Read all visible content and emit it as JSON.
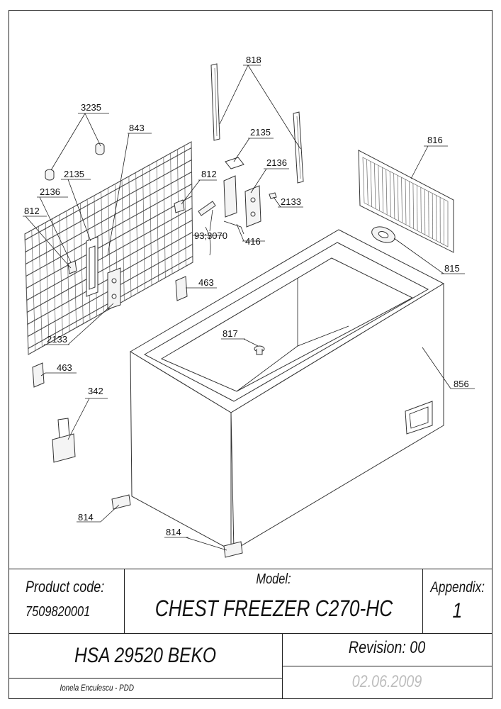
{
  "callouts": {
    "c818": "818",
    "c3235": "3235",
    "c843": "843",
    "c2135a": "2135",
    "c2136a": "2136",
    "c812a": "812",
    "c2135b": "2135",
    "c2136b": "2136",
    "c812b": "812",
    "c2133a": "2133",
    "c93": "93;3070",
    "c416": "416",
    "c816": "816",
    "c815": "815",
    "c463a": "463",
    "c2133b": "2133",
    "c817": "817",
    "c856": "856",
    "c463b": "463",
    "c342": "342",
    "c814a": "814",
    "c814b": "814"
  },
  "title_block": {
    "product_code_label": "Product code:",
    "product_code_value": "7509820001",
    "model_label": "Model:",
    "model_value": "CHEST FREEZER C270-HC",
    "appendix_label": "Appendix:",
    "appendix_value": "1",
    "hsa": "HSA 29520  BEKO",
    "revision": "Revision: 00",
    "author": "Ionela Enculescu - PDD",
    "date": "02.06.2009"
  }
}
